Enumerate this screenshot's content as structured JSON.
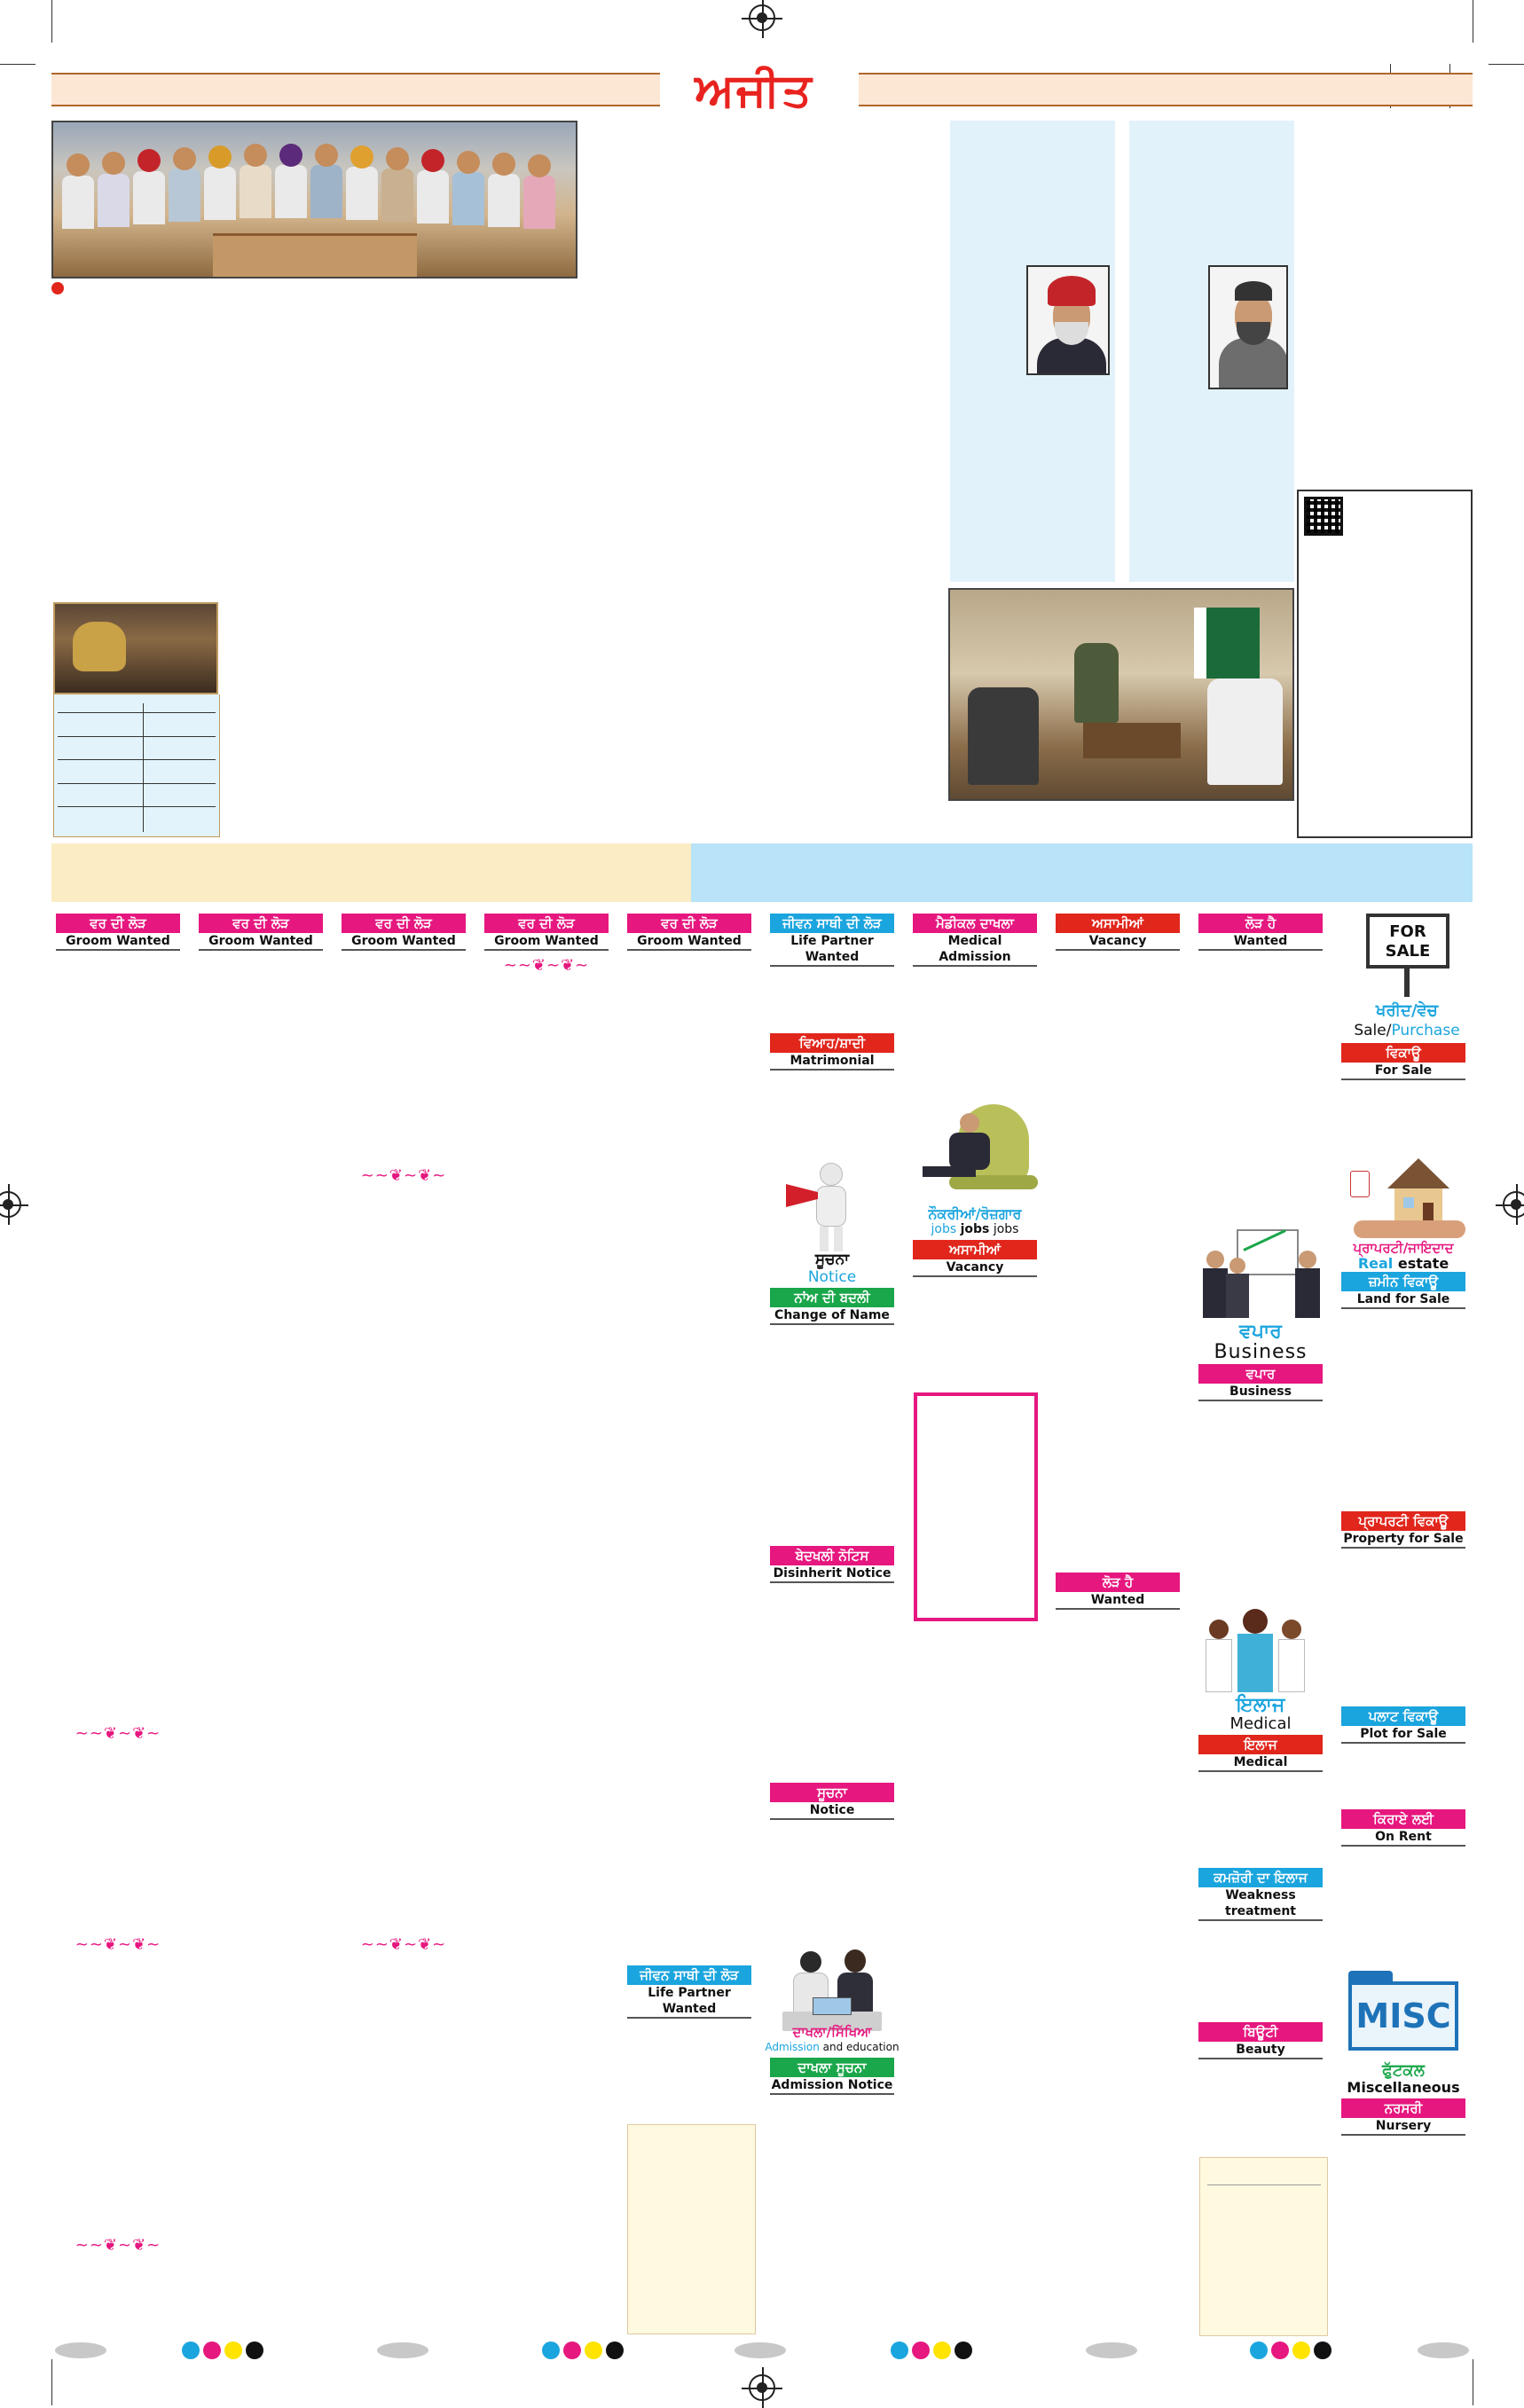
{
  "masthead": {
    "title": "ਅਜੀਤ"
  },
  "classifieds": {
    "col1": {
      "pun": "ਵਰ ਦੀ ਲੋੜ",
      "eng": "Groom Wanted"
    },
    "col2": {
      "pun": "ਵਰ ਦੀ ਲੋੜ",
      "eng": "Groom Wanted"
    },
    "col3": {
      "pun": "ਵਰ ਦੀ ਲੋੜ",
      "eng": "Groom Wanted"
    },
    "col4": {
      "pun": "ਵਰ ਦੀ ਲੋੜ",
      "eng": "Groom Wanted"
    },
    "col5": {
      "pun": "ਵਰ ਦੀ ਲੋੜ",
      "eng": "Groom Wanted"
    },
    "col6": {
      "pun": "ਜੀਵਨ ਸਾਥੀ ਦੀ ਲੋੜ",
      "eng": "Life Partner Wanted"
    },
    "col7": {
      "pun": "ਮੈਡੀਕਲ ਦਾਖਲਾ",
      "eng": "Medical Admission"
    },
    "col8": {
      "pun": "ਅਸਾਮੀਆਂ",
      "eng": "Vacancy"
    },
    "col9": {
      "pun": "ਲੋੜ ਹੈ",
      "eng": "Wanted"
    },
    "matrimonial": {
      "pun": "ਵਿਆਹ/ਸ਼ਾਦੀ",
      "eng": "Matrimonial"
    },
    "jobs_sub": {
      "pun": "ਅਸਾਮੀਆਂ",
      "eng": "Vacancy"
    },
    "change_name": {
      "pun": "ਨਾਂਅ ਦੀ ਬਦਲੀ",
      "eng": "Change of Name"
    },
    "disinherit": {
      "pun": "ਬੇਦਖਲੀ ਨੋਟਿਸ",
      "eng": "Disinherit Notice"
    },
    "notice2": {
      "pun": "ਸੂਚਨਾ",
      "eng": "Notice"
    },
    "life_partner2": {
      "pun": "ਜੀਵਨ ਸਾਥੀ ਦੀ ਲੋੜ",
      "eng": "Life Partner Wanted"
    },
    "admission_notice": {
      "pun": "ਦਾਖਲਾ ਸੂਚਨਾ",
      "eng": "Admission Notice"
    },
    "wanted2": {
      "pun": "ਲੋੜ ਹੈ",
      "eng": "Wanted"
    },
    "business_sub": {
      "pun": "ਵਪਾਰ",
      "eng": "Business"
    },
    "medical_sub": {
      "pun": "ਇਲਾਜ",
      "eng": "Medical"
    },
    "weakness": {
      "pun": "ਕਮਜ਼ੋਰੀ ਦਾ ਇਲਾਜ",
      "eng": "Weakness treatment"
    },
    "beauty": {
      "pun": "ਬਿਊਟੀ",
      "eng": "Beauty"
    },
    "for_sale": {
      "pun": "ਵਿਕਾਊ",
      "eng": "For Sale"
    },
    "land_sale": {
      "pun": "ਜ਼ਮੀਨ ਵਿਕਾਊ",
      "eng": "Land for Sale"
    },
    "property_sale": {
      "pun": "ਪ੍ਰਾਪਰਟੀ ਵਿਕਾਊ",
      "eng": "Property for Sale"
    },
    "plot_sale": {
      "pun": "ਪਲਾਟ ਵਿਕਾਊ",
      "eng": "Plot for Sale"
    },
    "on_rent": {
      "pun": "ਕਿਰਾਏ ਲਈ",
      "eng": "On Rent"
    },
    "nursery": {
      "pun": "ਨਰਸਰੀ",
      "eng": "Nursery"
    }
  },
  "icons": {
    "for_sale_sign": "FOR SALE",
    "sale_purchase_pun": "ਖਰੀਦ/ਵੇਚ",
    "sale_purchase_eng_a": "Sale/",
    "sale_purchase_eng_b": "Purchase",
    "jobs_pun": "ਨੌਕਰੀਆਂ/ਰੋਜ਼ਗਾਰ",
    "jobs_eng_a": "jobs",
    "jobs_eng_b": "jobs",
    "jobs_eng_c": "jobs",
    "notice_pun": "ਸੂਚਨਾ",
    "notice_eng": "Notice",
    "property_pun": "ਪ੍ਰਾਪਰਟੀ/ਜਾਇਦਾਦ",
    "property_eng_a": "Real",
    "property_eng_b": "estate",
    "business_pun": "ਵਪਾਰ",
    "business_eng": "Business",
    "medical_pun": "ਇਲਾਜ",
    "medical_eng": "Medical",
    "education_pun": "ਦਾਖਲਾ/ਸਿੱਖਿਆ",
    "education_eng_a": "Admission",
    "education_eng_b": "and education",
    "misc_logo": "MISC",
    "misc_pun": "ਫੁੱਟਕਲ",
    "misc_eng": "Miscellaneous"
  },
  "colors": {
    "pink": "#e6177f",
    "cyan": "#1ba5de",
    "red": "#e1261c",
    "green": "#1aa64a",
    "masthead_red": "#e8231f",
    "band_cream": "#fcecc4",
    "band_blue": "#b8e3f8",
    "sky": "#e1f2fb"
  }
}
